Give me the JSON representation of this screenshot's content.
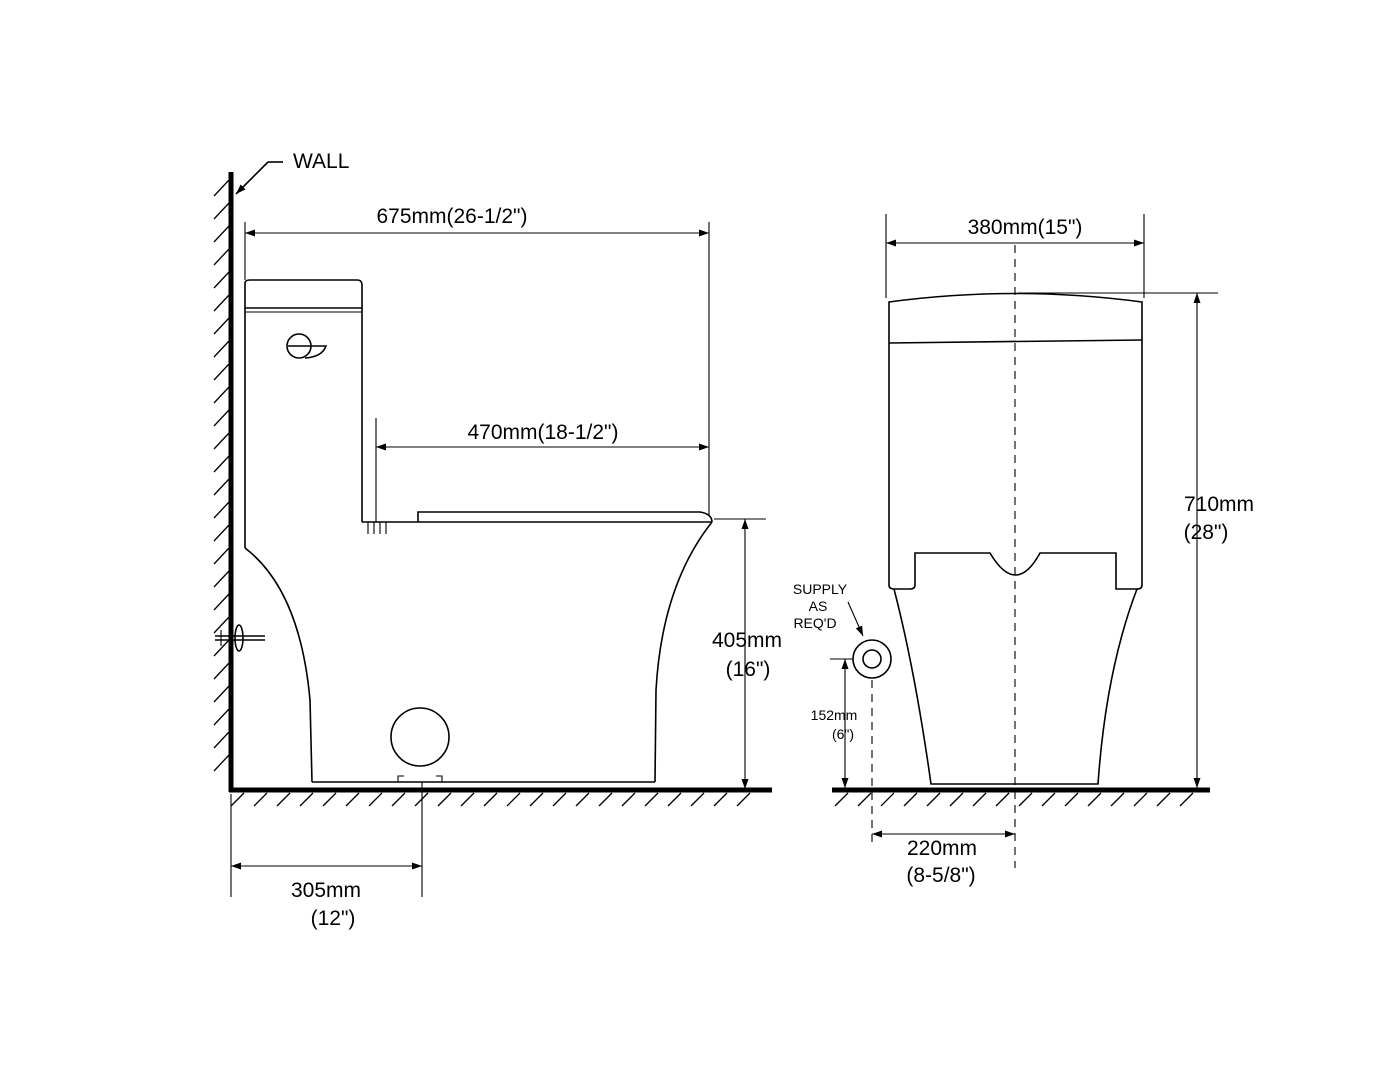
{
  "side_view": {
    "wall_label": "WALL",
    "overall_depth": "675mm(26-1/2\")",
    "seat_depth": "470mm(18-1/2\")",
    "seat_height_mm": "405mm",
    "seat_height_in": "(16\")",
    "rough_in_mm": "305mm",
    "rough_in_in": "(12\")"
  },
  "front_view": {
    "tank_width": "380mm(15\")",
    "overall_height_mm": "710mm",
    "overall_height_in": "(28\")",
    "supply_note": [
      "SUPPLY",
      "AS",
      "REQ'D"
    ],
    "supply_height_mm": "152mm",
    "supply_height_in": "(6\")",
    "supply_offset_mm": "220mm",
    "supply_offset_in": "(8-5/8\")"
  }
}
